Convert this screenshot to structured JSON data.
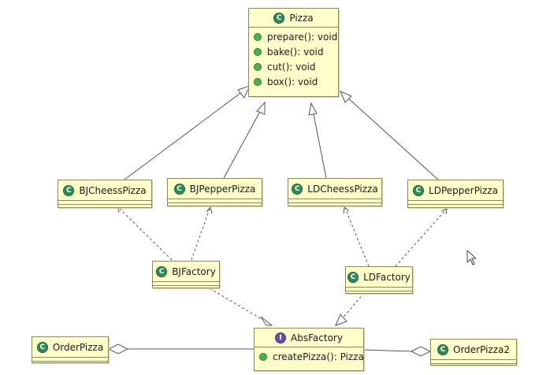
{
  "classes": {
    "pizza": {
      "name": "Pizza",
      "kind": "class",
      "operations": [
        "prepare(): void",
        "bake(): void",
        "cut(): void",
        "box(): void"
      ]
    },
    "bj_cheess_pizza": {
      "name": "BJCheessPizza",
      "kind": "class"
    },
    "bj_pepper_pizza": {
      "name": "BJPepperPizza",
      "kind": "class"
    },
    "ld_cheess_pizza": {
      "name": "LDCheessPizza",
      "kind": "class"
    },
    "ld_pepper_pizza": {
      "name": "LDPepperPizza",
      "kind": "class"
    },
    "bj_factory": {
      "name": "BJFactory",
      "kind": "class"
    },
    "ld_factory": {
      "name": "LDFactory",
      "kind": "class"
    },
    "abs_factory": {
      "name": "AbsFactory",
      "kind": "interface",
      "operations": [
        "createPizza(): Pizza"
      ]
    },
    "order_pizza": {
      "name": "OrderPizza",
      "kind": "class"
    },
    "order_pizza2": {
      "name": "OrderPizza2",
      "kind": "class"
    }
  },
  "badges": {
    "class": "C",
    "interface": "I"
  },
  "relations": [
    {
      "from": "BJCheessPizza",
      "to": "Pizza",
      "type": "generalization"
    },
    {
      "from": "BJPepperPizza",
      "to": "Pizza",
      "type": "generalization"
    },
    {
      "from": "LDCheessPizza",
      "to": "Pizza",
      "type": "generalization"
    },
    {
      "from": "LDPepperPizza",
      "to": "Pizza",
      "type": "generalization"
    },
    {
      "from": "BJFactory",
      "to": "BJCheessPizza",
      "type": "dependency"
    },
    {
      "from": "BJFactory",
      "to": "BJPepperPizza",
      "type": "dependency"
    },
    {
      "from": "LDFactory",
      "to": "LDCheessPizza",
      "type": "dependency"
    },
    {
      "from": "LDFactory",
      "to": "LDPepperPizza",
      "type": "dependency"
    },
    {
      "from": "BJFactory",
      "to": "AbsFactory",
      "type": "realization"
    },
    {
      "from": "LDFactory",
      "to": "AbsFactory",
      "type": "realization"
    },
    {
      "from": "OrderPizza",
      "to": "AbsFactory",
      "type": "aggregation"
    },
    {
      "from": "OrderPizza2",
      "to": "AbsFactory",
      "type": "aggregation"
    }
  ],
  "colors": {
    "class_fill": "#ffffcc",
    "class_border": "#8a8a5a",
    "class_badge": "#2e8b57",
    "interface_badge": "#6a4ea8",
    "operation_dot": "#4caf50",
    "line": "#555555"
  },
  "icons": {
    "cursor": "mouse-pointer-icon"
  }
}
